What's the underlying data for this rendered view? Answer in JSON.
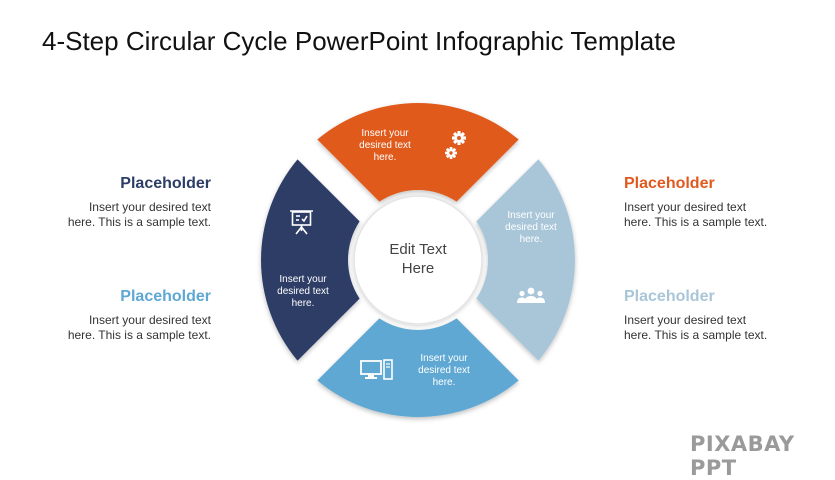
{
  "title": "4-Step Circular Cycle PowerPoint Infographic Template",
  "colors": {
    "orange": "#E05A1F",
    "navy": "#2D3E66",
    "light_blue": "#A9C6D9",
    "sky_blue": "#5FA8D3"
  },
  "side_blocks": [
    {
      "heading": "Placeholder",
      "line1": "Insert your desired text",
      "line2": "here. This is a sample text."
    },
    {
      "heading": "Placeholder",
      "line1": "Insert your desired text",
      "line2": "here. This is a sample text."
    },
    {
      "heading": "Placeholder",
      "line1": "Insert your desired text",
      "line2": "here. This is a sample text."
    },
    {
      "heading": "Placeholder",
      "line1": "Insert your desired text",
      "line2": "here. This is a sample text."
    }
  ],
  "segments": {
    "top": {
      "line1": "Insert your",
      "line2": "desired text",
      "line3": "here.",
      "icon": "gears-icon"
    },
    "right": {
      "line1": "Insert your",
      "line2": "desired text",
      "line3": "here.",
      "icon": "team-icon"
    },
    "bottom": {
      "line1": "Insert your",
      "line2": "desired text",
      "line3": "here.",
      "icon": "desktop-computer-icon"
    },
    "left": {
      "line1": "Insert your",
      "line2": "desired text",
      "line3": "here.",
      "icon": "presentation-board-icon"
    }
  },
  "center": {
    "line1": "Edit Text",
    "line2": "Here"
  },
  "watermark": "PIXABAY PPT"
}
